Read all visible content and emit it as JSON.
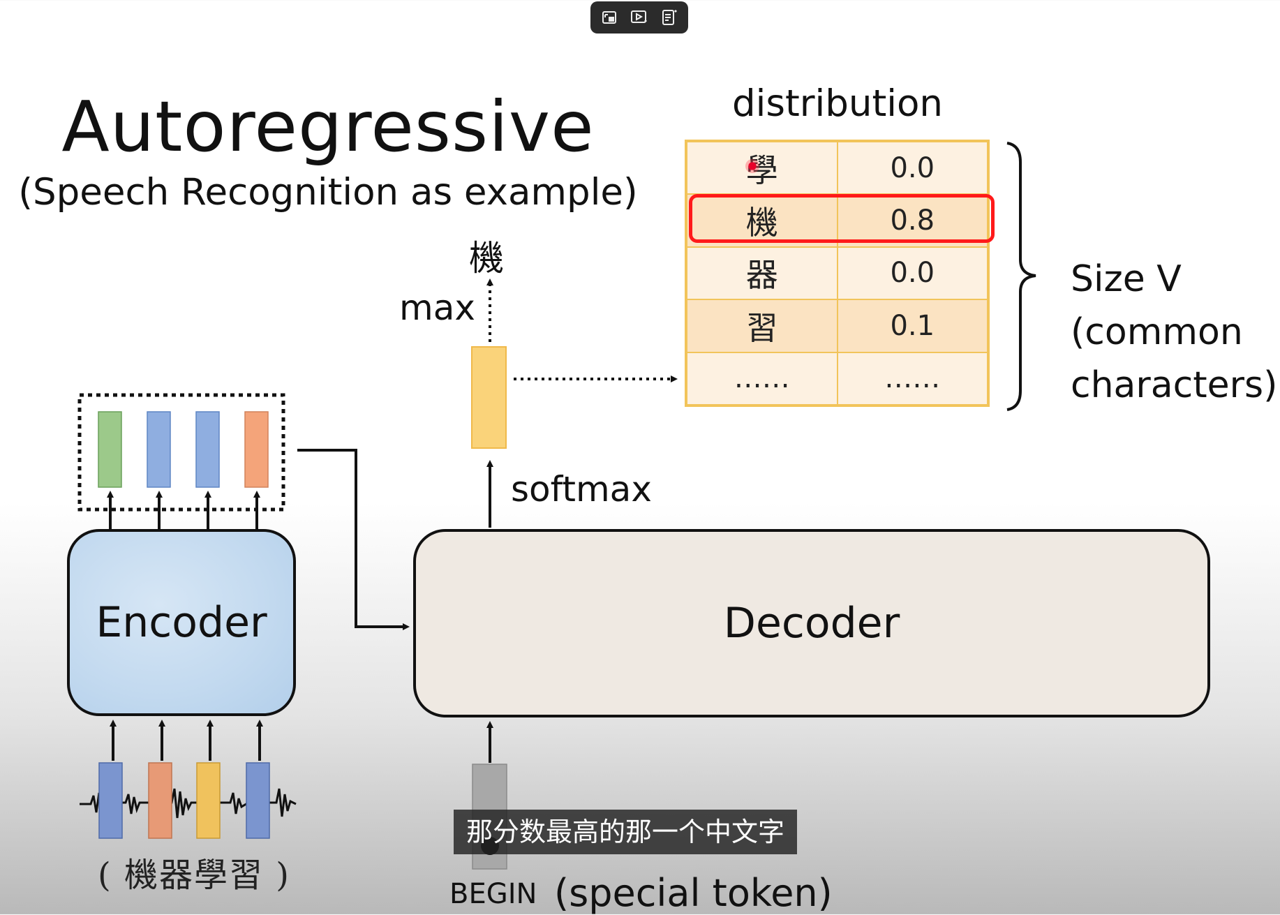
{
  "toolbar": {
    "icons": [
      "picture-in-picture-icon",
      "video-summary-icon",
      "notes-icon"
    ]
  },
  "slide": {
    "title": "Autoregressive",
    "subtitle": "(Speech Recognition as example)",
    "distribution": {
      "title": "distribution",
      "rows": [
        {
          "char": "學",
          "prob": "0.0"
        },
        {
          "char": "機",
          "prob": "0.8"
        },
        {
          "char": "器",
          "prob": "0.0"
        },
        {
          "char": "習",
          "prob": "0.1"
        },
        {
          "char": "……",
          "prob": "……"
        }
      ],
      "highlighted_row": 1,
      "size_label": [
        "Size V",
        "(common",
        "characters)"
      ]
    },
    "max_label": "max",
    "output_char": "機",
    "softmax_label": "softmax",
    "encoder_label": "Encoder",
    "decoder_label": "Decoder",
    "input_chars": "( 機器學習 )",
    "begin_label": "BEGIN",
    "special_label": "(special token)",
    "encoder_output_colors": [
      "#9cc98a",
      "#8faee0",
      "#8faee0",
      "#f4a47a"
    ],
    "encoder_input_colors": [
      "#7b95cf",
      "#e79a76",
      "#f0c25d",
      "#7b95cf"
    ]
  },
  "subtitle_caption": "那分数最高的那一个中文字"
}
